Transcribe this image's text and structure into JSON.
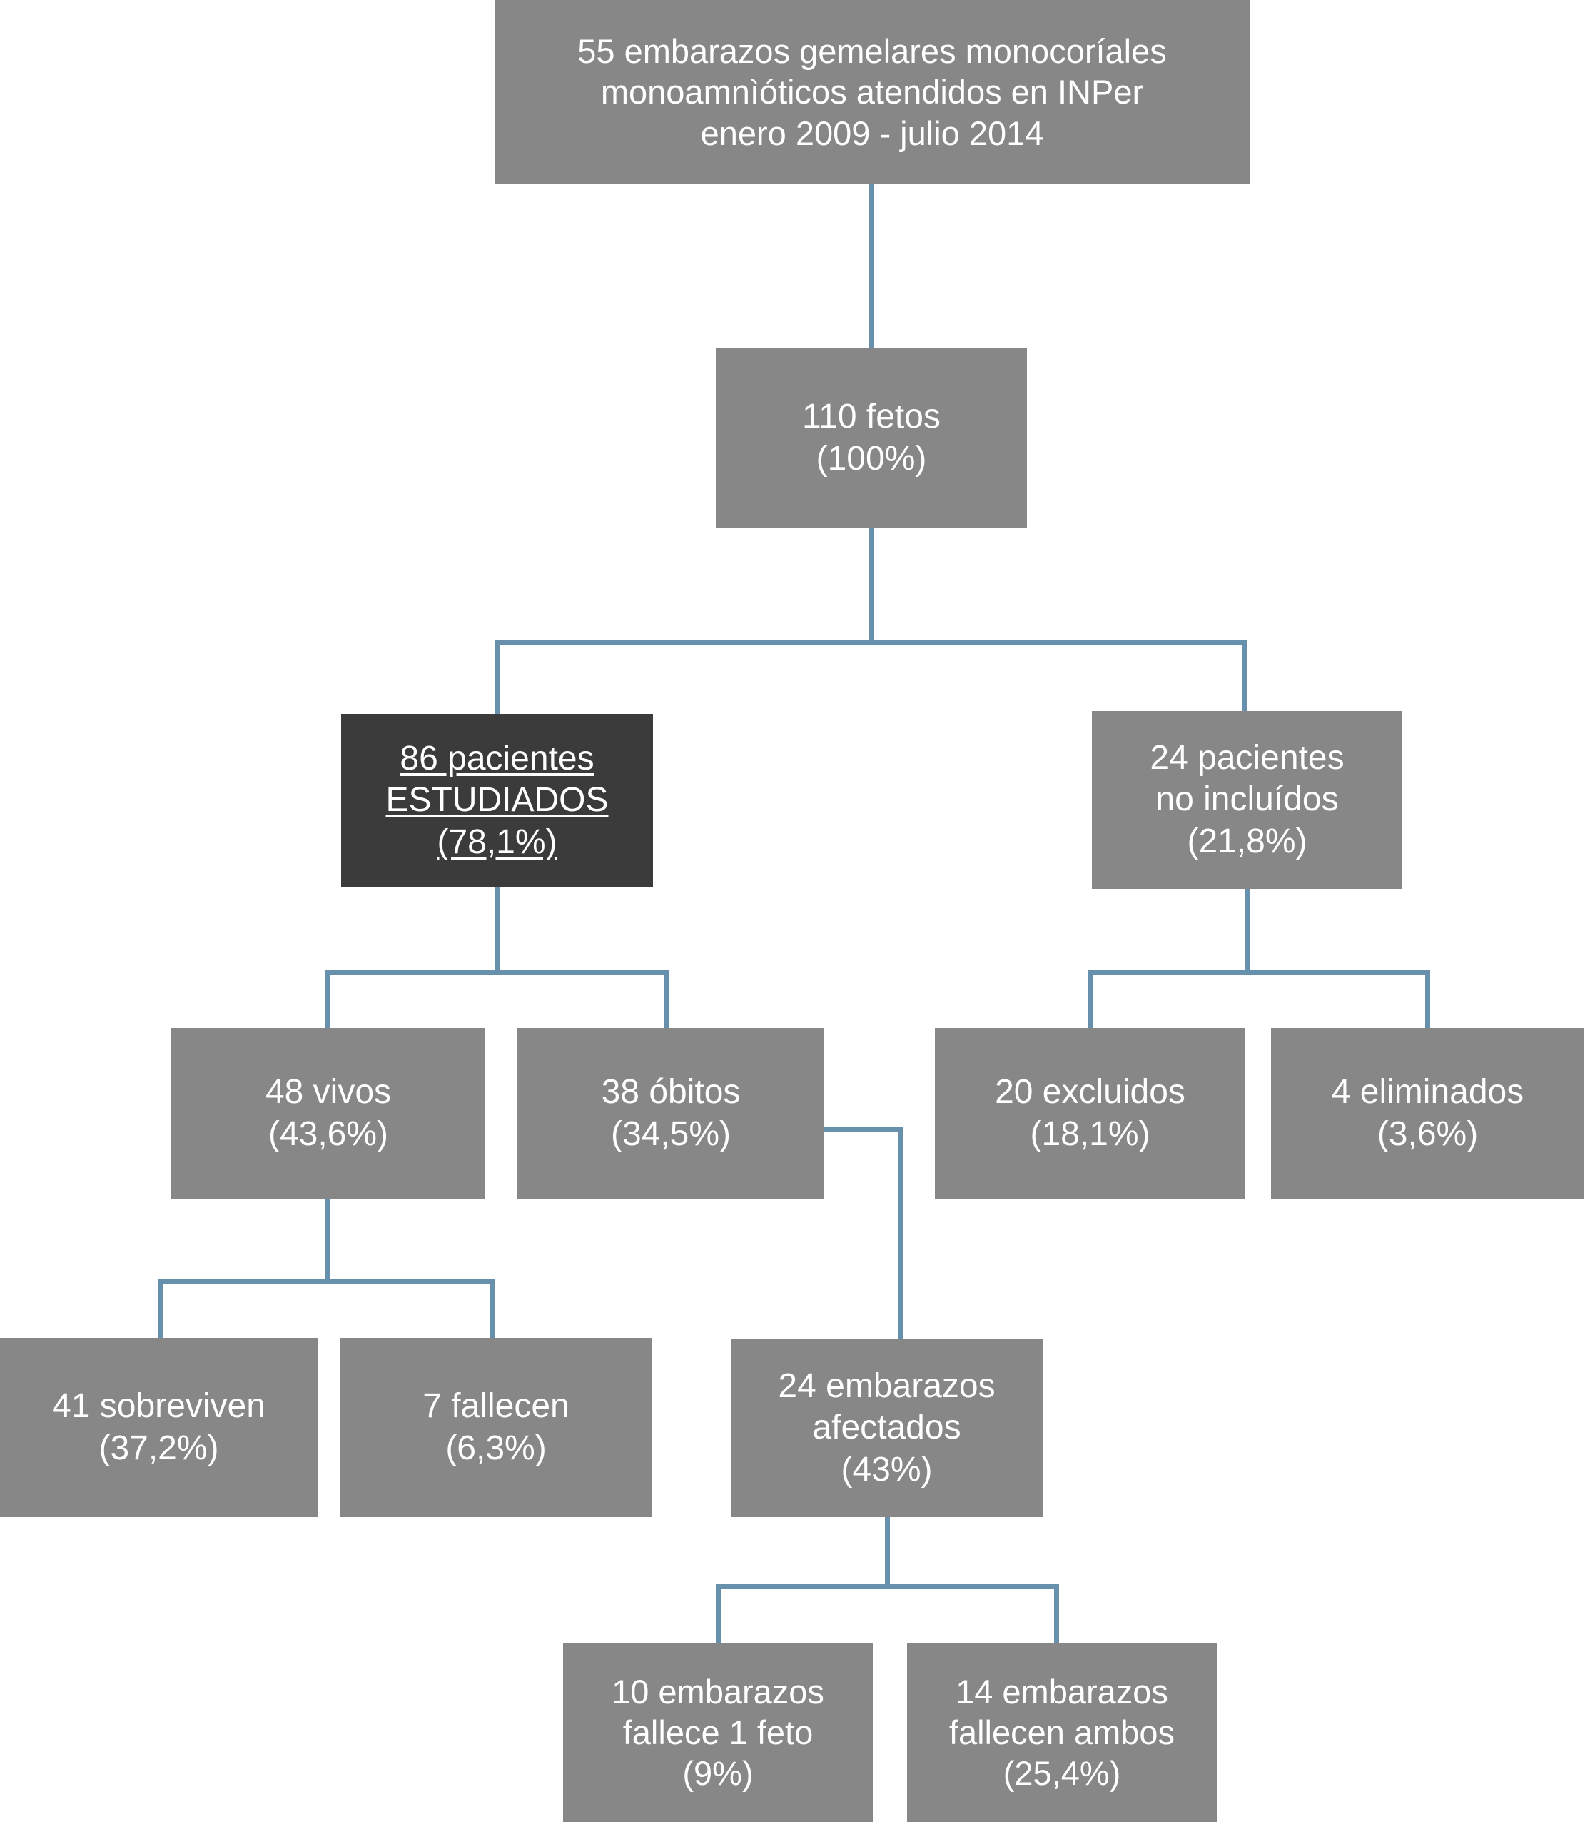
{
  "diagram": {
    "title": "Flujograma de seleccion de embarazos gemelares monocoriales monoamnioticos",
    "accent_color": "#6790ad",
    "box_color": "#878787",
    "highlight_box_color": "#3b3b3b",
    "text_color": "#ffffff",
    "background_color": "#ffffff"
  },
  "nodes": {
    "root": {
      "id": "root",
      "lines": [
        "55 embarazos gemelares monocoríales",
        "monoamnìóticos atendidos en INPer",
        "enero 2009 - julio 2014"
      ],
      "style": "normal"
    },
    "fetos": {
      "id": "fetos",
      "lines": [
        "110 fetos",
        "(100%)"
      ],
      "style": "normal"
    },
    "estudiados": {
      "id": "estudiados",
      "lines": [
        "86 pacientes",
        "ESTUDIADOS",
        "(78,1%)"
      ],
      "style": "highlight"
    },
    "no_incluidos": {
      "id": "no-incluidos",
      "lines": [
        "24 pacientes",
        "no incluídos",
        "(21,8%)"
      ],
      "style": "normal"
    },
    "vivos": {
      "id": "vivos",
      "lines": [
        "48 vivos",
        "(43,6%)"
      ],
      "style": "normal"
    },
    "obitos": {
      "id": "obitos",
      "lines": [
        "38 óbitos",
        "(34,5%)"
      ],
      "style": "normal"
    },
    "excluidos": {
      "id": "excluidos",
      "lines": [
        "20 excluidos",
        "(18,1%)"
      ],
      "style": "normal"
    },
    "eliminados": {
      "id": "eliminados",
      "lines": [
        "4 eliminados",
        "(3,6%)"
      ],
      "style": "normal"
    },
    "sobreviven": {
      "id": "sobreviven",
      "lines": [
        "41 sobreviven",
        "(37,2%)"
      ],
      "style": "normal"
    },
    "fallecen": {
      "id": "fallecen",
      "lines": [
        "7 fallecen",
        "(6,3%)"
      ],
      "style": "normal"
    },
    "afectados": {
      "id": "afectados",
      "lines": [
        "24 embarazos",
        "afectados",
        "(43%)"
      ],
      "style": "normal"
    },
    "fallece_uno": {
      "id": "fallece-uno",
      "lines": [
        "10 embarazos",
        "fallece 1 feto",
        "(9%)"
      ],
      "style": "normal"
    },
    "fallecen_ambos": {
      "id": "fallecen-ambos",
      "lines": [
        "14 embarazos",
        "fallecen ambos",
        "(25,4%)"
      ],
      "style": "normal"
    }
  },
  "chart_data": {
    "type": "flowchart",
    "title": "55 embarazos gemelares monocoríales monoamnìóticos atendidos en INPer enero 2009 - julio 2014",
    "total_fetuses": 110,
    "nodes": [
      {
        "label": "55 embarazos gemelares monocoríales monoamnìóticos atendidos en INPer enero 2009 - julio 2014",
        "count": 55,
        "percent": null,
        "level": 0
      },
      {
        "label": "110 fetos",
        "count": 110,
        "percent": 100,
        "level": 1
      },
      {
        "label": "86 pacientes ESTUDIADOS",
        "count": 86,
        "percent": 78.1,
        "level": 2,
        "highlight": true
      },
      {
        "label": "24 pacientes no incluídos",
        "count": 24,
        "percent": 21.8,
        "level": 2
      },
      {
        "label": "48 vivos",
        "count": 48,
        "percent": 43.6,
        "level": 3
      },
      {
        "label": "38 óbitos",
        "count": 38,
        "percent": 34.5,
        "level": 3
      },
      {
        "label": "20 excluidos",
        "count": 20,
        "percent": 18.1,
        "level": 3
      },
      {
        "label": "4 eliminados",
        "count": 4,
        "percent": 3.6,
        "level": 3
      },
      {
        "label": "41 sobreviven",
        "count": 41,
        "percent": 37.2,
        "level": 4
      },
      {
        "label": "7 fallecen",
        "count": 7,
        "percent": 6.3,
        "level": 4
      },
      {
        "label": "24 embarazos afectados",
        "count": 24,
        "percent": 43,
        "level": 4
      },
      {
        "label": "10 embarazos fallece 1 feto",
        "count": 10,
        "percent": 9,
        "level": 5
      },
      {
        "label": "14 embarazos fallecen ambos",
        "count": 14,
        "percent": 25.4,
        "level": 5
      }
    ],
    "edges": [
      {
        "from": "root",
        "to": "fetos"
      },
      {
        "from": "fetos",
        "to": "estudiados"
      },
      {
        "from": "fetos",
        "to": "no_incluidos"
      },
      {
        "from": "estudiados",
        "to": "vivos"
      },
      {
        "from": "estudiados",
        "to": "obitos"
      },
      {
        "from": "no_incluidos",
        "to": "excluidos"
      },
      {
        "from": "no_incluidos",
        "to": "eliminados"
      },
      {
        "from": "vivos",
        "to": "sobreviven"
      },
      {
        "from": "vivos",
        "to": "fallecen"
      },
      {
        "from": "obitos",
        "to": "afectados"
      },
      {
        "from": "afectados",
        "to": "fallece_uno"
      },
      {
        "from": "afectados",
        "to": "fallecen_ambos"
      }
    ]
  }
}
